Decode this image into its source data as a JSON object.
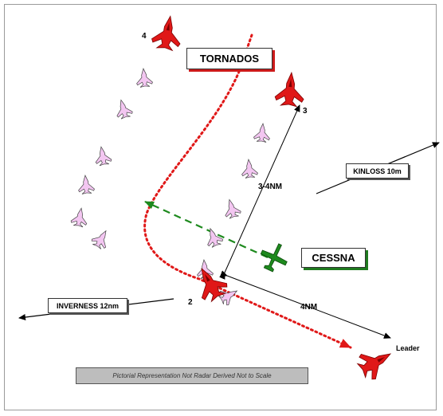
{
  "labels": {
    "tornados": "TORNADOS",
    "cessna": "CESSNA",
    "kinloss": "KINLOSS 10m",
    "inverness": "INVERNESS 12nm",
    "caption": "Pictorial Representation Not Radar Derived Not to Scale"
  },
  "distances": {
    "formation_spacing": "3-4NM",
    "leader_spacing": "4NM"
  },
  "positions": {
    "tornado_4": "4",
    "tornado_3": "3",
    "tornado_2": "2",
    "leader": "Leader"
  },
  "colors": {
    "tornado": "#e01818",
    "tornado_track": "#e01818",
    "cessna": "#1e8a1e",
    "cessna_track": "#1e8a1e",
    "history": "#f2c7f0"
  }
}
